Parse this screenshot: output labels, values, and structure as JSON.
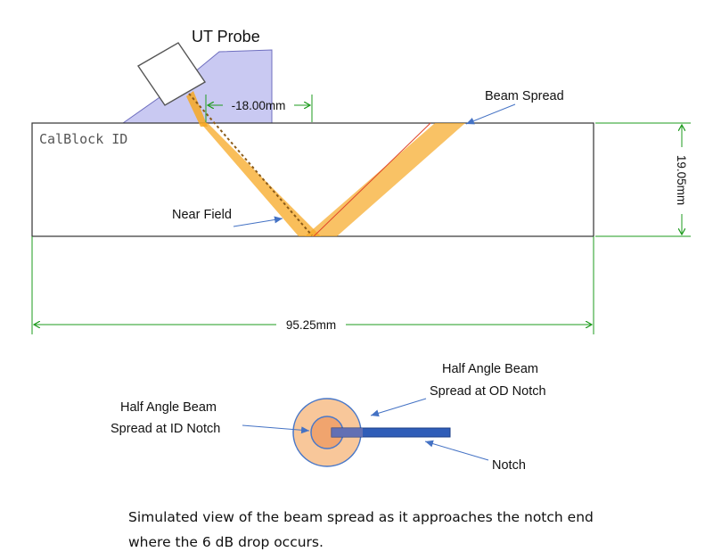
{
  "labels": {
    "probe": "UT Probe",
    "beam_spread": "Beam Spread",
    "near_field": "Near Field",
    "block_id": "CalBlock ID",
    "offset_dim": "-18.00mm",
    "thickness_dim": "19.05mm",
    "width_dim": "95.25mm",
    "half_angle_od": "Half Angle Beam\nSpread at OD Notch",
    "half_angle_id": "Half Angle Beam\nSpread at ID Notch",
    "notch": "Notch"
  },
  "caption": "Simulated view of the beam spread as it approaches the notch end where the 6 dB drop occurs.",
  "colors": {
    "dimension": "#1e9b1e",
    "beam": "#f7a823",
    "wedge": "#c9c9f2",
    "arrow": "#4472c4",
    "notch": "#2f5db8",
    "outer_circle": "#f8c79a",
    "inner_circle": "#f0a46e"
  }
}
